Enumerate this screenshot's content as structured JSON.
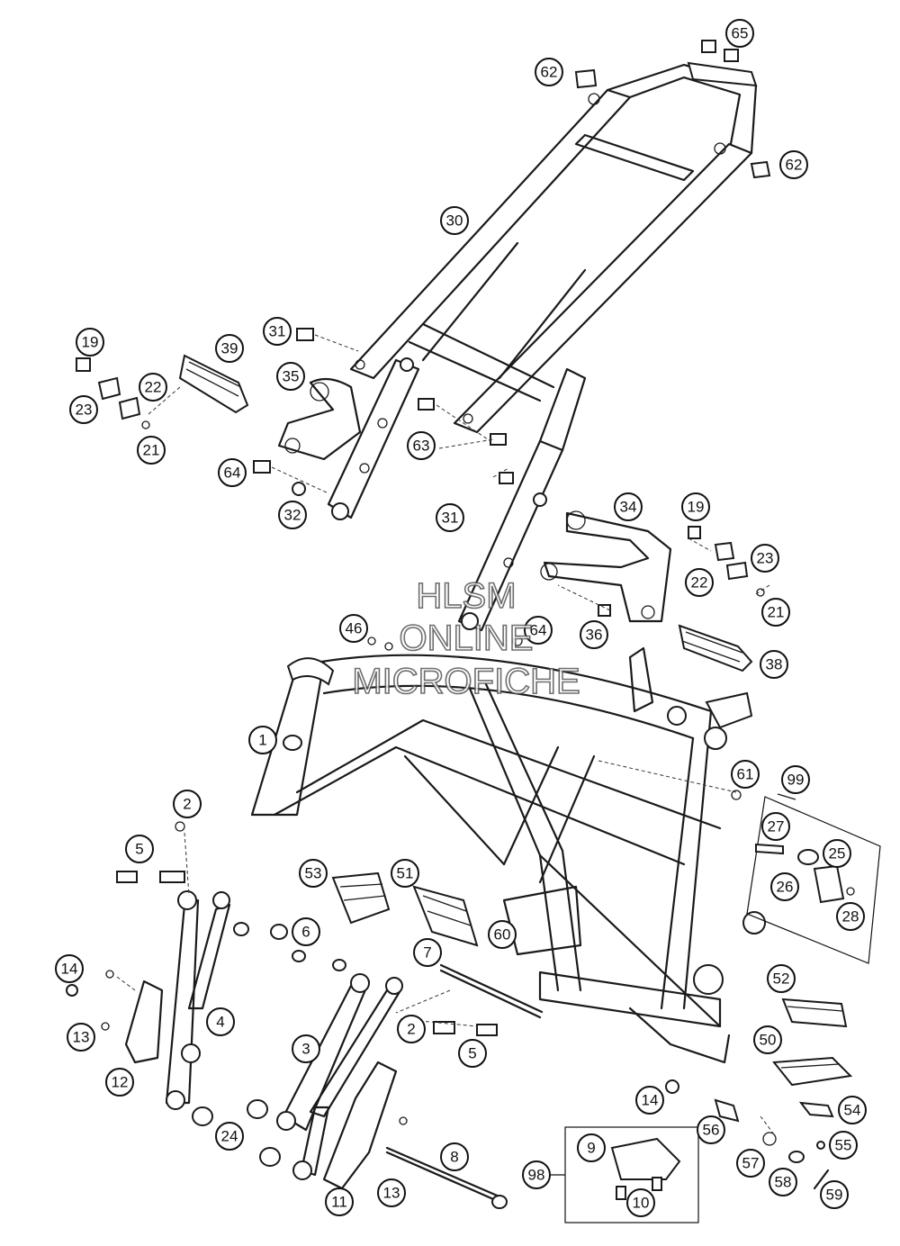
{
  "watermark": {
    "line1": "HLSM",
    "line2": "ONLINE",
    "line3": "MICROFICHE"
  },
  "callouts": [
    "65",
    "62",
    "62",
    "30",
    "31",
    "19",
    "39",
    "22",
    "35",
    "23",
    "21",
    "63",
    "64",
    "32",
    "31",
    "34",
    "19",
    "23",
    "22",
    "21",
    "64",
    "36",
    "38",
    "46",
    "1",
    "61",
    "99",
    "2",
    "27",
    "25",
    "5",
    "53",
    "51",
    "26",
    "28",
    "6",
    "60",
    "14",
    "7",
    "52",
    "4",
    "13",
    "2",
    "3",
    "5",
    "12",
    "50",
    "14",
    "54",
    "24",
    "56",
    "9",
    "55",
    "57",
    "98",
    "8",
    "58",
    "11",
    "13",
    "10",
    "59"
  ],
  "colors": {
    "line": "#1a1a1a",
    "background": "#ffffff"
  }
}
